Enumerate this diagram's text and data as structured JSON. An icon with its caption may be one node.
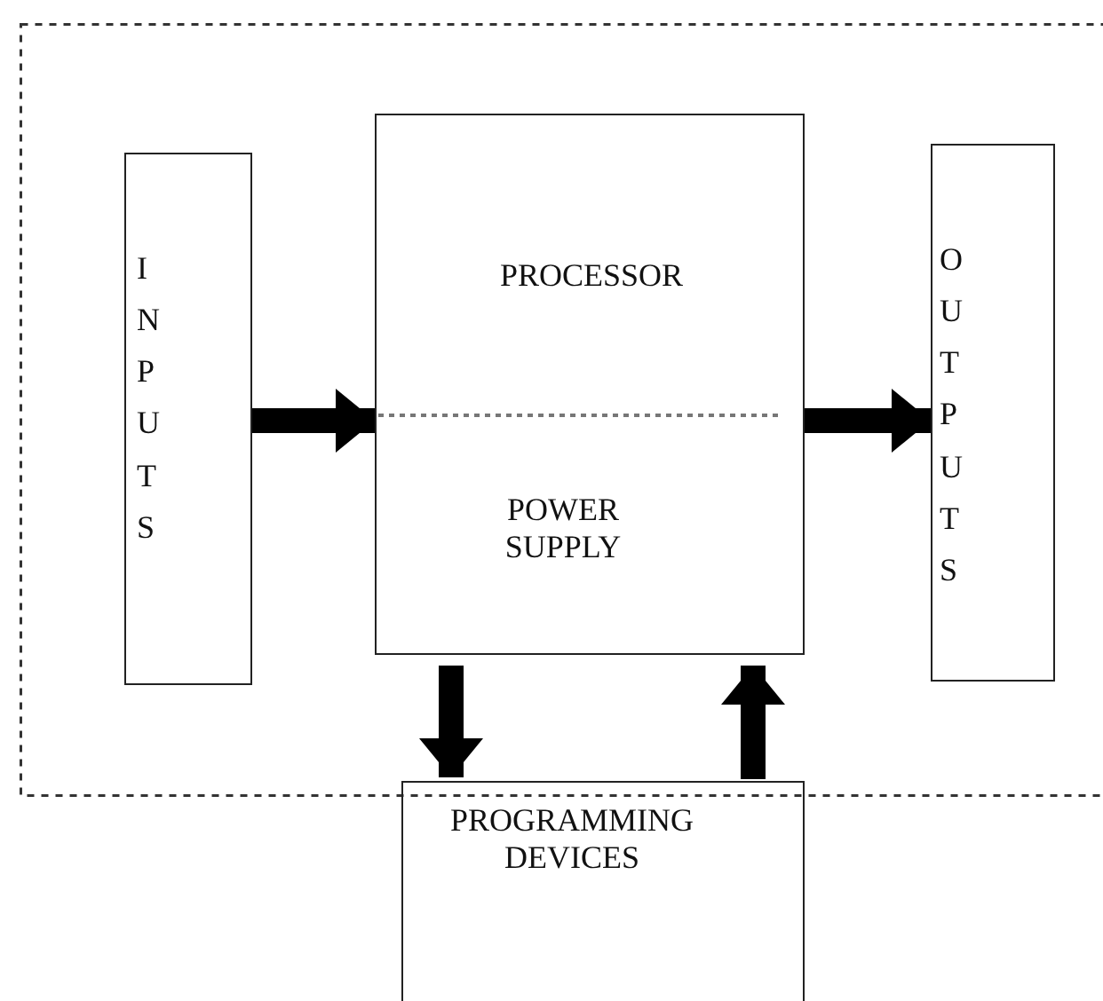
{
  "diagram": {
    "nodes": [
      {
        "text": [],
        "shape": "box"
      },
      {
        "text": [
          "INPUTS"
        ],
        "in": 0
      },
      {
        "text": [
          "PROCESSOR",
          "POWER SUPPLY"
        ],
        "in": 0
      },
      {
        "text": [
          "OUTPUTS"
        ],
        "in": 0
      },
      {
        "text": [
          "PROGRAMMING DEVICES"
        ]
      }
    ],
    "edges": [
      {
        "from": 1,
        "to": 2,
        "arrow": "to"
      },
      {
        "from": 2,
        "to": 3,
        "arrow": "to"
      },
      {
        "from": 2,
        "to": 4,
        "arrow": "to"
      },
      {
        "from": 4,
        "to": 2,
        "arrow": "to"
      }
    ]
  }
}
